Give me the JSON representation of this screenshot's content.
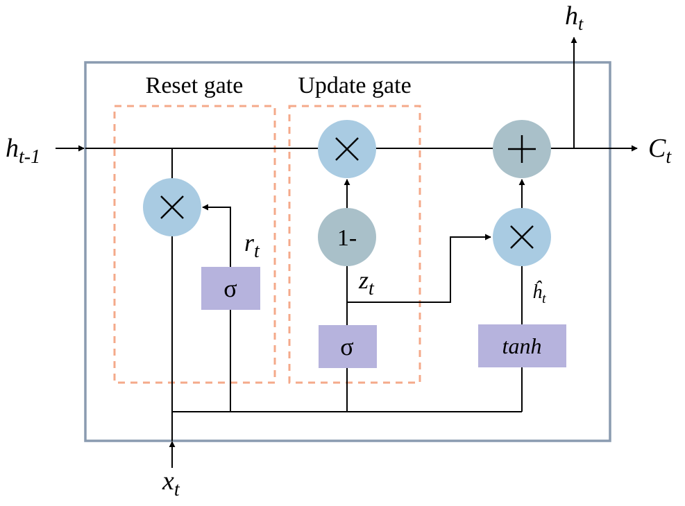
{
  "groups": {
    "reset_label": "Reset gate",
    "update_label": "Update gate"
  },
  "inputs": {
    "h_prev": {
      "base": "h",
      "sub": "t-1"
    },
    "x": {
      "base": "x",
      "sub": "t"
    }
  },
  "outputs": {
    "h": {
      "base": "h",
      "sub": "t"
    },
    "c": {
      "base": "C",
      "sub": "t"
    }
  },
  "signals": {
    "r": {
      "base": "r",
      "sub": "t"
    },
    "z": {
      "base": "z",
      "sub": "t"
    },
    "h_hat": {
      "base": "ĥ",
      "sub": "t"
    }
  },
  "ops": {
    "one_minus": "1-",
    "sigma": "σ",
    "tanh": "tanh"
  },
  "colors": {
    "frame": "#8a9bb0",
    "dashed": "#f4a98a",
    "mult_node": "#a9cbe2",
    "add_node": "#a9c0c9",
    "one_minus_node": "#a9c0c9",
    "activation_box": "#b6b3dd",
    "line": "#000000"
  },
  "icons": {
    "multiply": "multiply-icon",
    "add": "plus-icon"
  }
}
